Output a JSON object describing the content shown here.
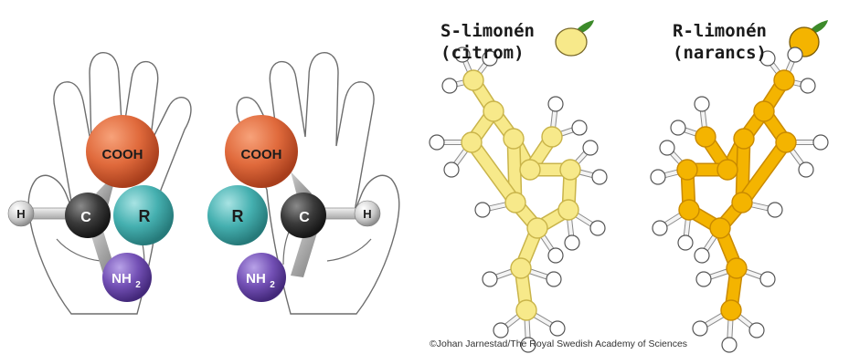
{
  "hands": {
    "left": {
      "top": "COOH",
      "center": "C",
      "side": "R",
      "bottom": "NH",
      "bottom_sub": "2",
      "end": "H"
    },
    "right": {
      "top": "COOH",
      "center": "C",
      "side": "R",
      "bottom": "NH",
      "bottom_sub": "2",
      "end": "H"
    }
  },
  "limonene": {
    "s": {
      "line1": "S-limonén",
      "line2": "(citrom)",
      "color": "#f7e98a",
      "stroke": "#c9b44a",
      "fruit": "lemon-icon"
    },
    "r": {
      "line1": "R-limonén",
      "line2": "(narancs)",
      "color": "#f4b400",
      "stroke": "#c98a00",
      "fruit": "orange-icon"
    }
  },
  "credit": "©Johan Jarnestad/The Royal Swedish Academy of Sciences",
  "colors": {
    "cooh": "#e06a3c",
    "carbon": "#3a3a3a",
    "r_group": "#4fb8b8",
    "nh2": "#7b5cb8",
    "hydrogen": "#d8d8d8"
  }
}
